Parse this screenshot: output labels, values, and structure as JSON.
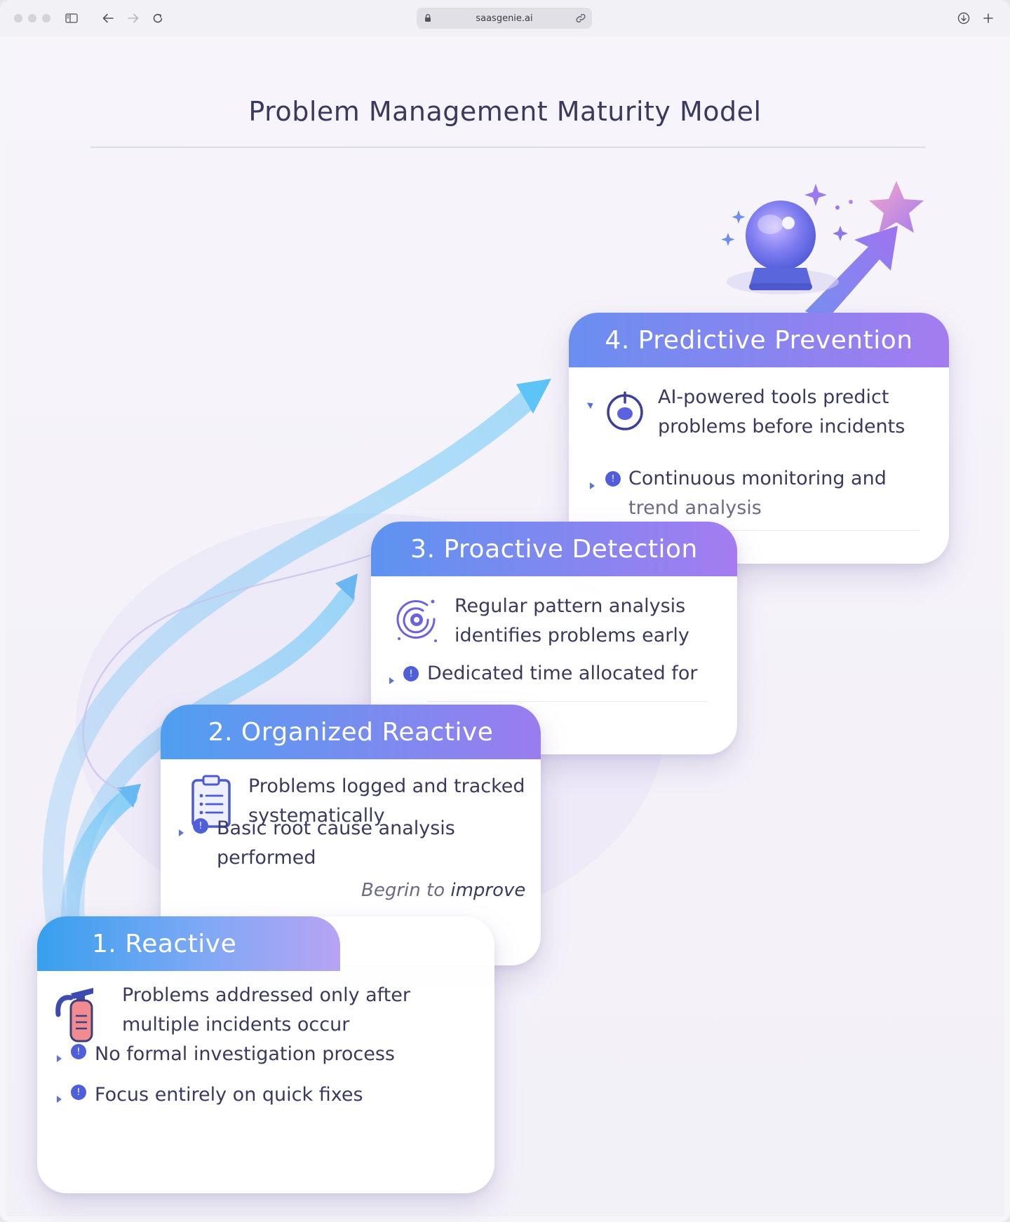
{
  "browser": {
    "url": "saasgenie.ai"
  },
  "page": {
    "title": "Problem Management Maturity Model"
  },
  "stages": [
    {
      "heading": "1. Reactive",
      "main_line1": "Problems addressed only after",
      "main_line2": "multiple incidents occur",
      "bullet1": "No formal investigation process",
      "bullet2": "Focus entirely on quick fixes"
    },
    {
      "heading": "2. Organized Reactive",
      "main_line1": "Problems logged and tracked",
      "main_line2": "systematically",
      "bullet1_line1": "Basic root cause analysis",
      "bullet1_line2": "performed",
      "note_plain": "Begrin to ",
      "note_emph": "improve"
    },
    {
      "heading": "3. Proactive Detection",
      "main_line1": "Regular pattern analysis",
      "main_line2": "identifies problems early",
      "bullet1": "Dedicated time allocated for"
    },
    {
      "heading": "4. Predictive Prevention",
      "main_line1": "AI-powered tools predict",
      "main_line2": "problems before incidents",
      "bullet1_line1": "Continuous monitoring and",
      "bullet1_line2": "trend analysis"
    }
  ],
  "icons": {
    "stage1": "fire-extinguisher-icon",
    "stage2": "clipboard-checklist-icon",
    "stage3": "radar-target-icon",
    "stage4": "eye-sensor-icon",
    "decoration": "crystal-ball-icon"
  },
  "colors": {
    "header_start": "#4f9ff0",
    "header_end": "#a47cf0",
    "text": "#3b3a5e",
    "accent": "#4f5fdc"
  }
}
